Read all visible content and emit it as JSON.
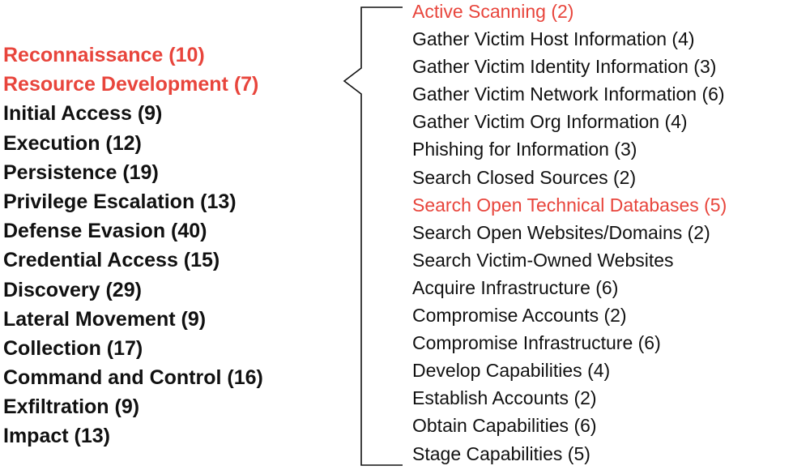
{
  "highlight_color": "#e8453c",
  "text_color": "#111111",
  "tactics": [
    {
      "label": "Reconnaissance (10)",
      "highlighted": true
    },
    {
      "label": "Resource Development (7)",
      "highlighted": true
    },
    {
      "label": "Initial Access (9)",
      "highlighted": false
    },
    {
      "label": "Execution (12)",
      "highlighted": false
    },
    {
      "label": "Persistence (19)",
      "highlighted": false
    },
    {
      "label": "Privilege Escalation (13)",
      "highlighted": false
    },
    {
      "label": "Defense Evasion (40)",
      "highlighted": false
    },
    {
      "label": "Credential Access (15)",
      "highlighted": false
    },
    {
      "label": "Discovery (29)",
      "highlighted": false
    },
    {
      "label": "Lateral Movement (9)",
      "highlighted": false
    },
    {
      "label": "Collection (17)",
      "highlighted": false
    },
    {
      "label": "Command and Control (16)",
      "highlighted": false
    },
    {
      "label": "Exfiltration (9)",
      "highlighted": false
    },
    {
      "label": "Impact (13)",
      "highlighted": false
    }
  ],
  "techniques": [
    {
      "label": "Active Scanning (2)",
      "highlighted": true
    },
    {
      "label": "Gather Victim Host Information (4)",
      "highlighted": false
    },
    {
      "label": "Gather Victim Identity Information (3)",
      "highlighted": false
    },
    {
      "label": "Gather Victim Network Information (6)",
      "highlighted": false
    },
    {
      "label": "Gather Victim Org Information (4)",
      "highlighted": false
    },
    {
      "label": "Phishing for Information (3)",
      "highlighted": false
    },
    {
      "label": "Search Closed Sources (2)",
      "highlighted": false
    },
    {
      "label": "Search Open Technical Databases (5)",
      "highlighted": true
    },
    {
      "label": "Search Open Websites/Domains (2)",
      "highlighted": false
    },
    {
      "label": "Search Victim-Owned Websites",
      "highlighted": false
    },
    {
      "label": "Acquire Infrastructure (6)",
      "highlighted": false
    },
    {
      "label": "Compromise Accounts (2)",
      "highlighted": false
    },
    {
      "label": "Compromise Infrastructure (6)",
      "highlighted": false
    },
    {
      "label": "Develop Capabilities (4)",
      "highlighted": false
    },
    {
      "label": "Establish Accounts (2)",
      "highlighted": false
    },
    {
      "label": "Obtain Capabilities (6)",
      "highlighted": false
    },
    {
      "label": "Stage Capabilities (5)",
      "highlighted": false
    }
  ]
}
